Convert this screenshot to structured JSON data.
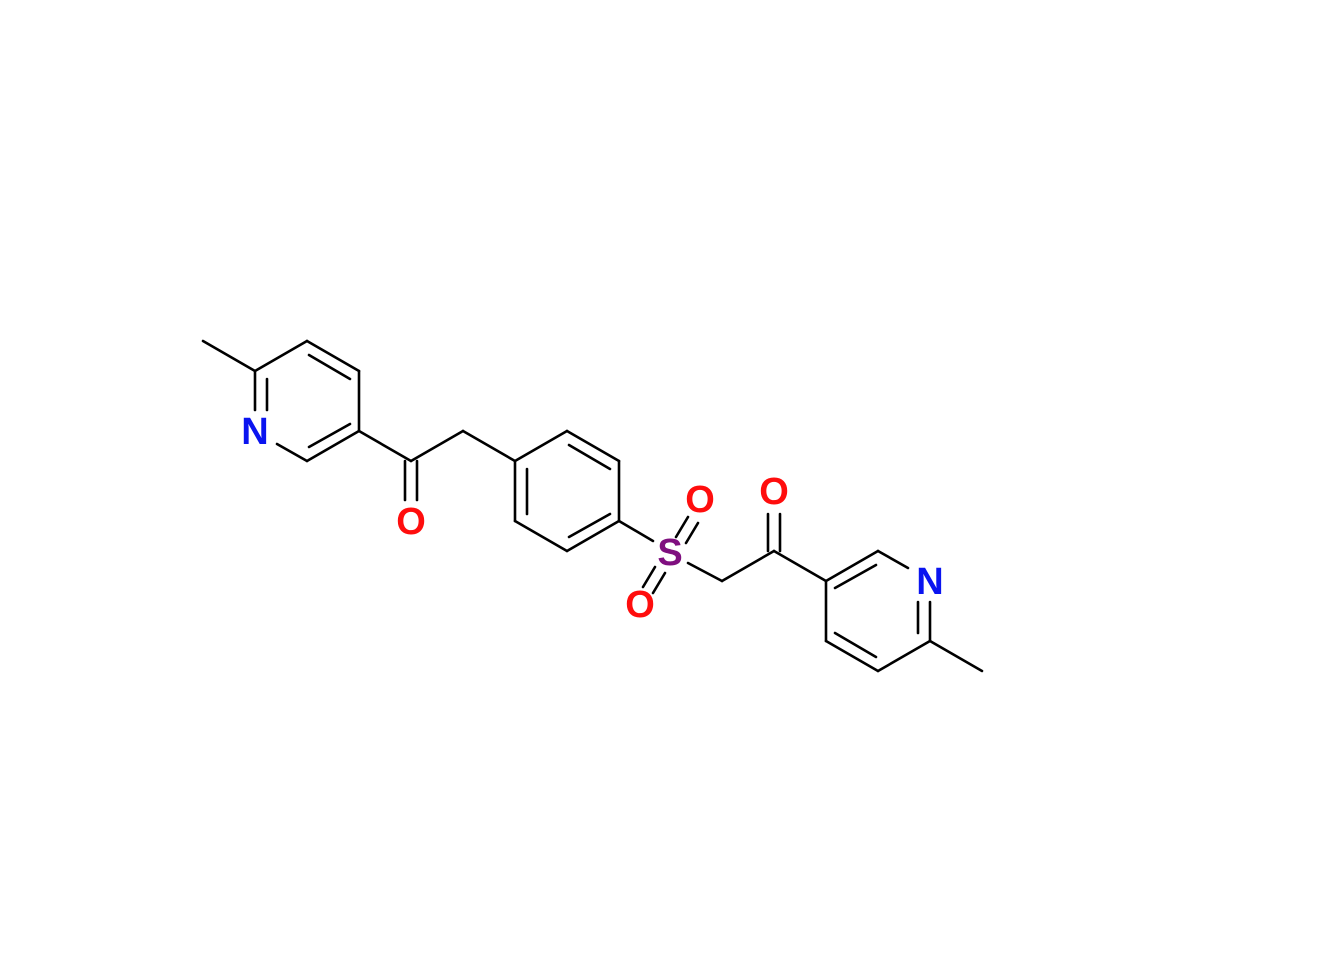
{
  "molecule": {
    "atoms": {
      "n_left": {
        "label": "N",
        "color": "#0a14f0"
      },
      "o_ketone_left": {
        "label": "O",
        "color": "#ff0d0d"
      },
      "s_sulfonyl": {
        "label": "S",
        "color": "#7f0f7f"
      },
      "o_sulfonyl_top": {
        "label": "O",
        "color": "#ff0d0d"
      },
      "o_sulfonyl_bottom": {
        "label": "O",
        "color": "#ff0d0d"
      },
      "o_ketone_right": {
        "label": "O",
        "color": "#ff0d0d"
      },
      "n_right": {
        "label": "N",
        "color": "#0a14f0"
      }
    }
  }
}
